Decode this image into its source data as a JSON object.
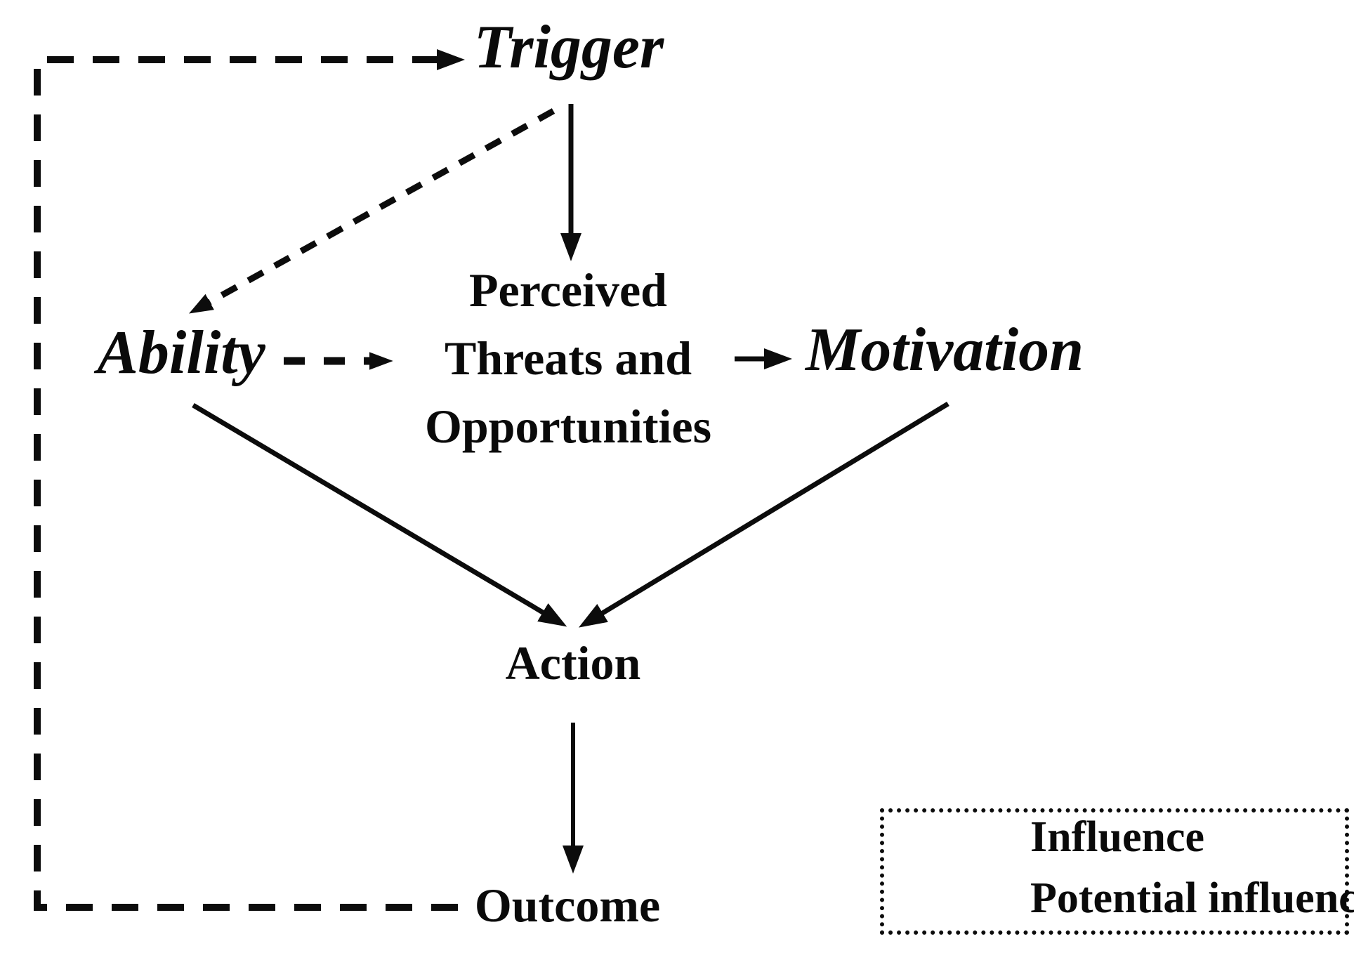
{
  "diagram": {
    "title_hint": "Behavior model flow diagram",
    "nodes": {
      "trigger": {
        "label": "Trigger",
        "emphasis": "italic"
      },
      "ability": {
        "label": "Ability",
        "emphasis": "italic"
      },
      "perceived_threats_opportunities": {
        "lines": [
          "Perceived",
          "Threats and",
          "Opportunities"
        ],
        "emphasis": "roman"
      },
      "motivation": {
        "label": "Motivation",
        "emphasis": "italic"
      },
      "action": {
        "label": "Action",
        "emphasis": "roman"
      },
      "outcome": {
        "label": "Outcome",
        "emphasis": "roman"
      }
    },
    "edges": [
      {
        "from": "trigger",
        "to": "perceived_threats_opportunities",
        "style": "solid",
        "meaning": "influence"
      },
      {
        "from": "trigger",
        "to": "ability",
        "style": "dashed",
        "meaning": "potential influence"
      },
      {
        "from": "ability",
        "to": "perceived_threats_opportunities",
        "style": "dashed",
        "meaning": "potential influence"
      },
      {
        "from": "perceived_threats_opportunities",
        "to": "motivation",
        "style": "solid",
        "meaning": "influence"
      },
      {
        "from": "ability",
        "to": "action",
        "style": "solid",
        "meaning": "influence"
      },
      {
        "from": "motivation",
        "to": "action",
        "style": "solid",
        "meaning": "influence"
      },
      {
        "from": "action",
        "to": "outcome",
        "style": "solid",
        "meaning": "influence"
      },
      {
        "from": "outcome",
        "to": "trigger",
        "style": "dashed",
        "meaning": "potential influence (feedback loop)"
      }
    ],
    "legend": {
      "influence_label": "Influence",
      "potential_influence_label": "Potential influence"
    },
    "colors": {
      "ink": "#0c0c0c",
      "background": "#ffffff"
    }
  }
}
